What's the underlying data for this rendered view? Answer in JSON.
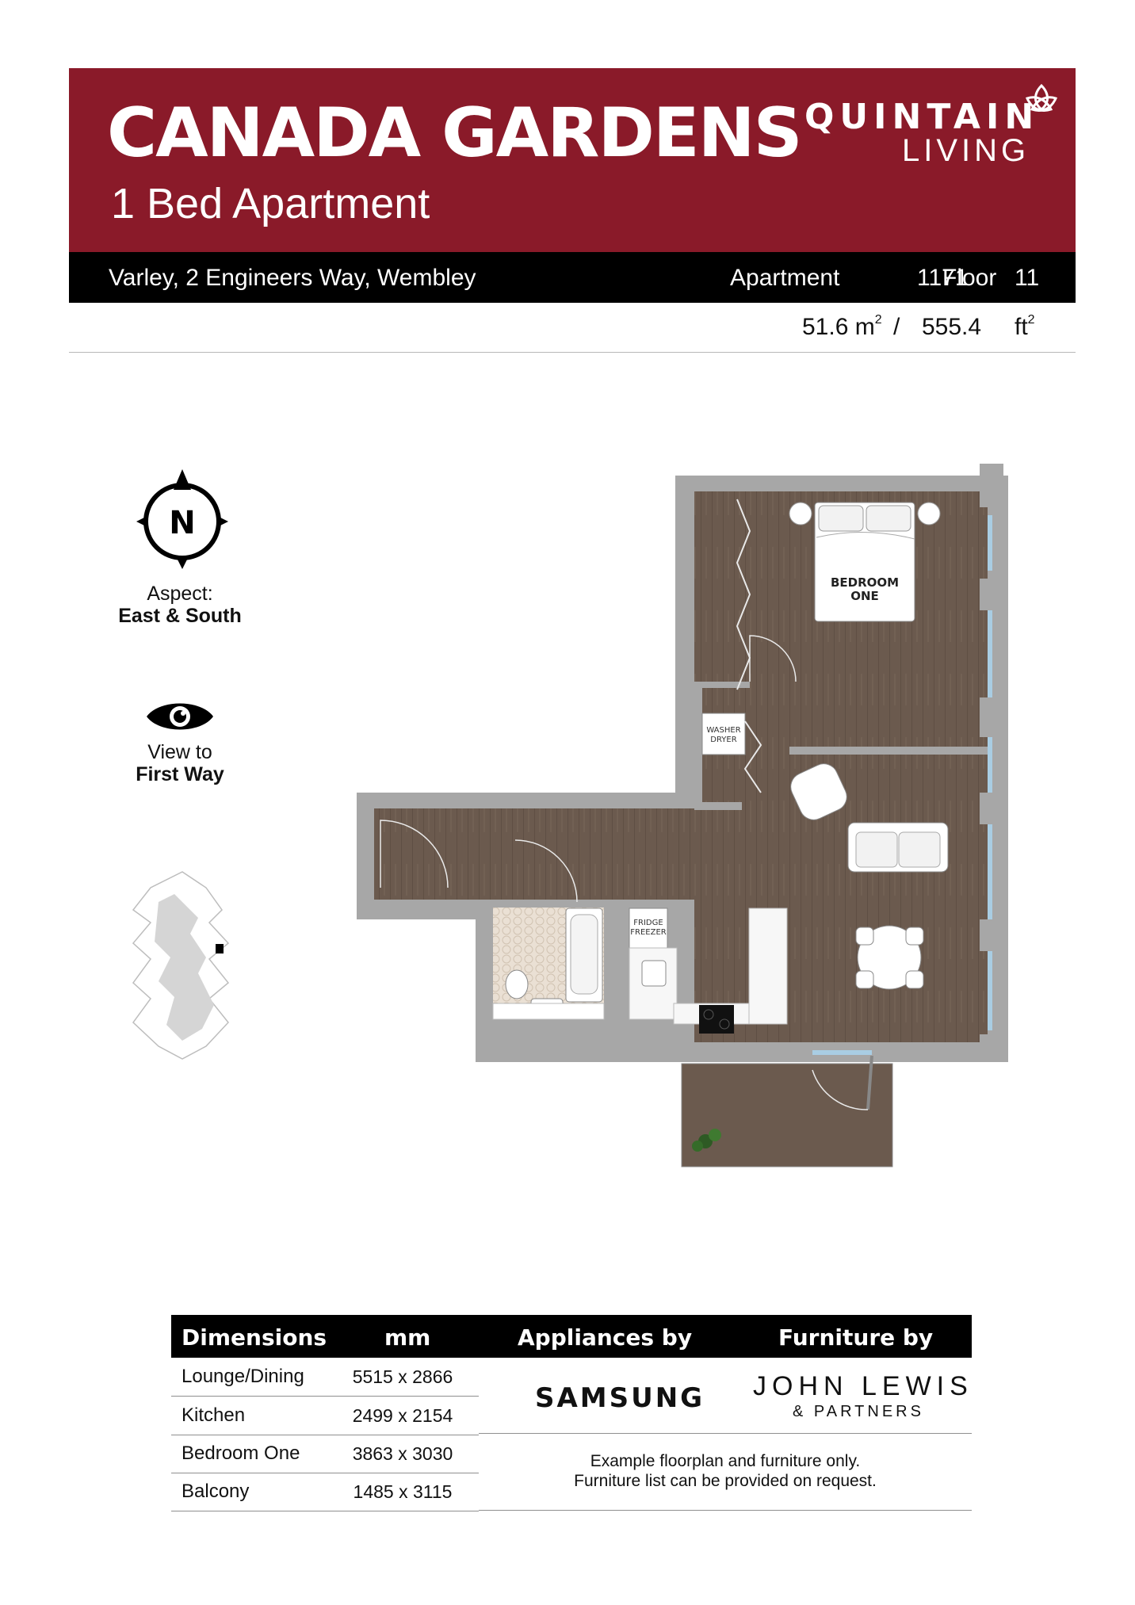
{
  "header": {
    "development": "CANADA GARDENS",
    "unit_type": "1 Bed Apartment",
    "brand_top": "QUINTAIN",
    "brand_bottom": "LIVING",
    "brand_color": "#8a1a29"
  },
  "address_bar": {
    "address": "Varley, 2 Engineers Way, Wembley",
    "apartment_label": "Apartment",
    "apartment_number": "1171",
    "floor_label": "Floor",
    "floor_number": "11"
  },
  "area": {
    "sqm": "51.6 m",
    "separator": "/",
    "sqft": "555.4",
    "sqft_unit": "ft",
    "superscript": "2"
  },
  "orientation": {
    "compass_letter": "N",
    "aspect_label": "Aspect:",
    "aspect_value": "East & South",
    "view_label": "View to",
    "view_value": "First Way"
  },
  "floorplan": {
    "bedroom_label_1": "BEDROOM",
    "bedroom_label_2": "ONE",
    "washer_label_1": "WASHER",
    "washer_label_2": "DRYER",
    "fridge_label_1": "FRIDGE",
    "fridge_label_2": "FREEZER",
    "floor_color": "#6b5a4e",
    "wall_color": "#a7a7a7",
    "glazing_color": "#a9cde3"
  },
  "table": {
    "headers": {
      "dimensions": "Dimensions",
      "mm": "mm",
      "appliances": "Appliances by",
      "furniture": "Furniture by"
    },
    "rows": [
      {
        "name": "Lounge/Dining",
        "value": "5515 x 2866"
      },
      {
        "name": "Kitchen",
        "value": "2499 x 2154"
      },
      {
        "name": "Bedroom One",
        "value": "3863 x 3030"
      },
      {
        "name": "Balcony",
        "value": "1485 x 3115"
      }
    ],
    "appliances_brand": "SAMSUNG",
    "furniture_brand": "JOHN LEWIS",
    "furniture_brand_sub": "& PARTNERS",
    "note_line1": "Example floorplan and furniture only.",
    "note_line2": "Furniture list can be provided on request."
  }
}
